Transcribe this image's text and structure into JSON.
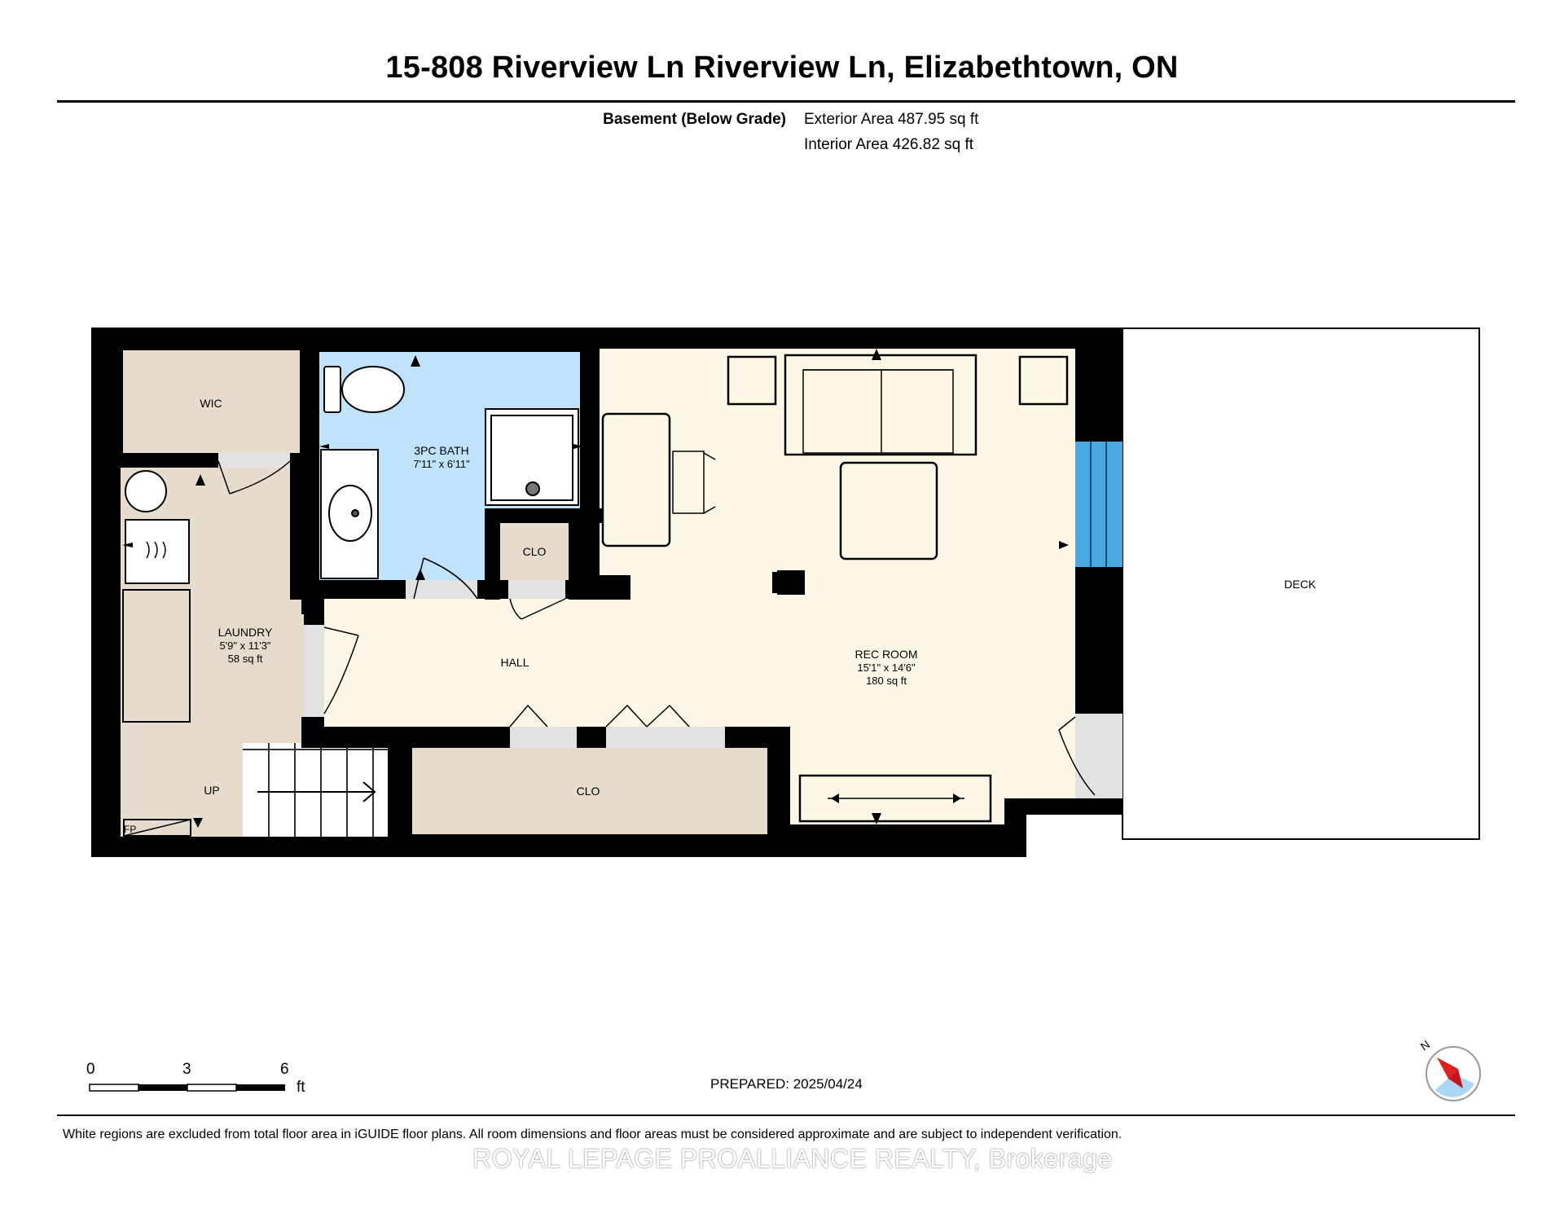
{
  "header": {
    "title": "15-808 Riverview Ln Riverview Ln, Elizabethtown, ON"
  },
  "areas": {
    "level": "Basement (Below Grade)",
    "exterior": "Exterior Area 487.95 sq ft",
    "interior": "Interior Area 426.82 sq ft"
  },
  "rooms": {
    "wic": "WIC",
    "bath_name": "3PC BATH",
    "bath_dims": "7'11\" x 6'11\"",
    "closet_small": "CLO",
    "laundry_name": "LAUNDRY",
    "laundry_dims": "5'9\" x 11'3\"",
    "laundry_area": "58 sq ft",
    "hall": "HALL",
    "rec_name": "REC ROOM",
    "rec_dims": "15'1\" x 14'6\"",
    "rec_area": "180 sq ft",
    "closet_large": "CLO",
    "stairs": "UP",
    "fp": "FP",
    "deck": "DECK"
  },
  "scale": {
    "ticks": [
      "0",
      "3",
      "6"
    ],
    "unit": "ft"
  },
  "compass": {
    "north_label": "N"
  },
  "footer": {
    "prepared": "PREPARED: 2025/04/24",
    "disclaimer": "White regions are excluded from total floor area in iGUIDE floor plans. All room dimensions and floor areas must be considered approximate and are subject to independent verification.",
    "watermark": "ROYAL LEPAGE PROALLIANCE REALTY, Brokerage"
  },
  "colors": {
    "wall": "#000000",
    "bath_fill": "#bfe3fa",
    "rec_fill": "#fdf8e6",
    "utility_fill": "#e7dccb",
    "door_fill": "#e2e2e2",
    "window_fill": "#4aa8e0"
  }
}
